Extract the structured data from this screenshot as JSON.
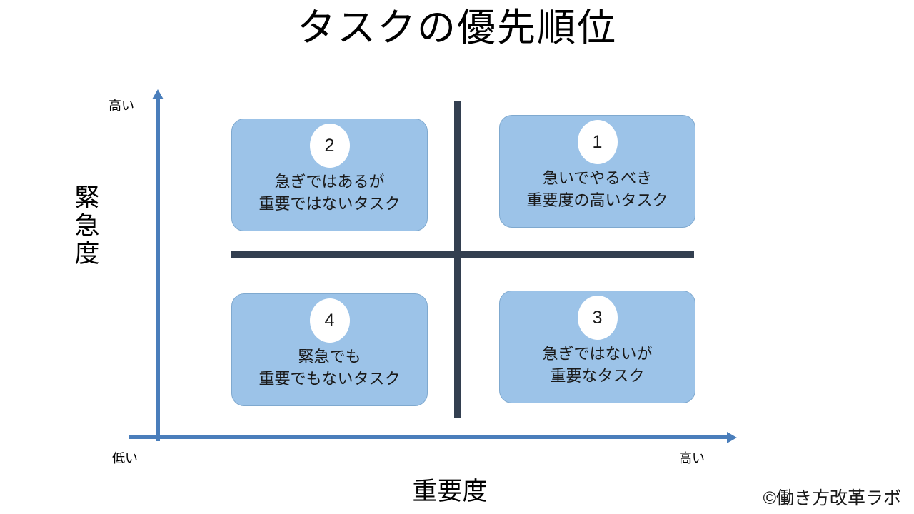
{
  "slide": {
    "title": "タスクの優先順位",
    "background_color": "#ffffff"
  },
  "axes": {
    "color": "#4a7ebb",
    "y_axis": {
      "title": "緊急度",
      "high_label": "高い"
    },
    "x_axis": {
      "title": "重要度",
      "low_label": "低い",
      "high_label": "高い"
    }
  },
  "cross": {
    "color": "#333f50"
  },
  "quadrants": [
    {
      "number": "1",
      "text": "急いでやるべき\n重要度の高いタスク",
      "position": "top-right",
      "fill_color": "#9cc3e8"
    },
    {
      "number": "2",
      "text": "急ぎではあるが\n重要ではないタスク",
      "position": "top-left",
      "fill_color": "#9cc3e8"
    },
    {
      "number": "3",
      "text": "急ぎではないが\n重要なタスク",
      "position": "bottom-right",
      "fill_color": "#9cc3e8"
    },
    {
      "number": "4",
      "text": "緊急でも\n重要でもないタスク",
      "position": "bottom-left",
      "fill_color": "#9cc3e8"
    }
  ],
  "footer": {
    "credit": "©働き方改革ラボ"
  }
}
